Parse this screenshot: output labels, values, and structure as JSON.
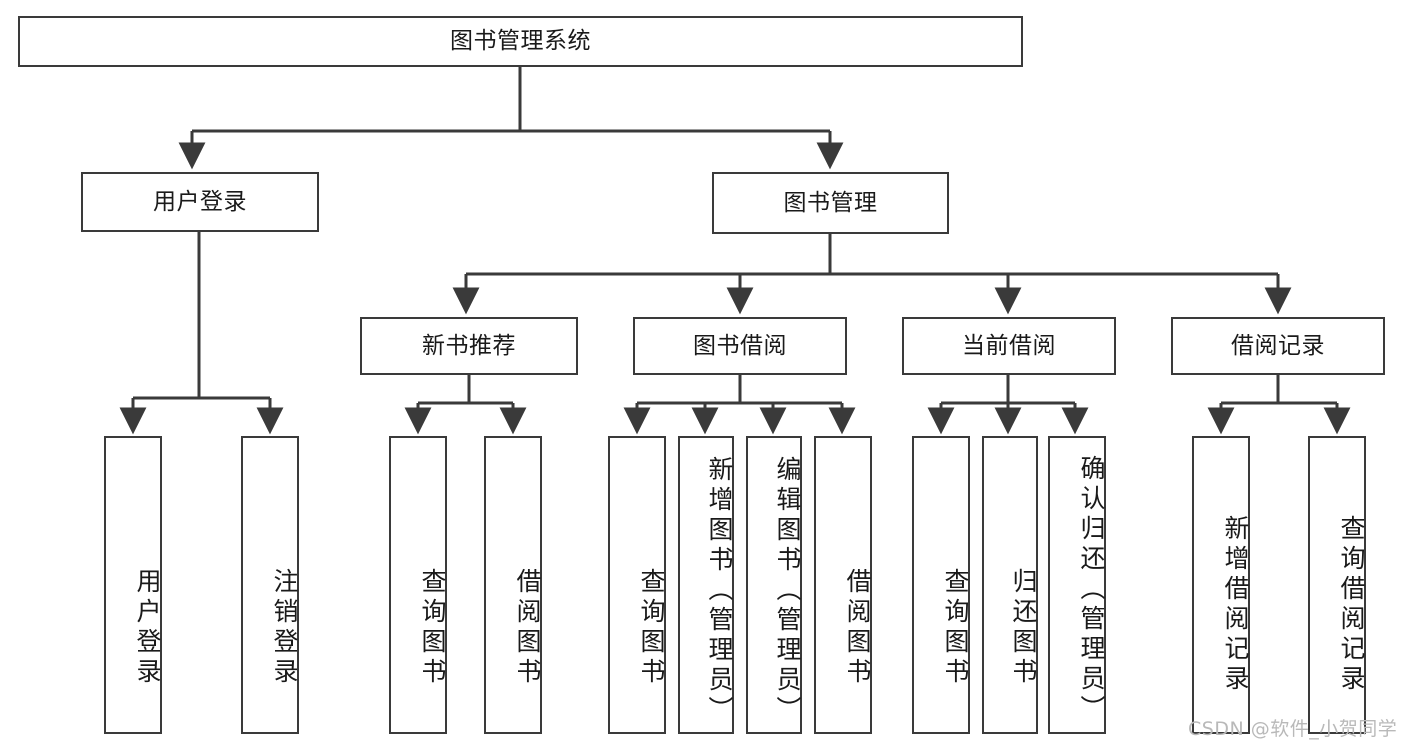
{
  "diagram": {
    "title": "图书管理系统",
    "type": "tree",
    "root": {
      "id": "root",
      "label": "图书管理系统"
    },
    "level1": [
      {
        "id": "user-login",
        "label": "用户登录"
      },
      {
        "id": "book-management",
        "label": "图书管理"
      }
    ],
    "level2": [
      {
        "id": "new-book-recommend",
        "label": "新书推荐",
        "parent": "book-management"
      },
      {
        "id": "book-borrow",
        "label": "图书借阅",
        "parent": "book-management"
      },
      {
        "id": "current-borrow",
        "label": "当前借阅",
        "parent": "book-management"
      },
      {
        "id": "borrow-record",
        "label": "借阅记录",
        "parent": "book-management"
      }
    ],
    "leaves": [
      {
        "id": "leaf-user-login",
        "label": "用户登录",
        "parent": "user-login"
      },
      {
        "id": "leaf-user-logout",
        "label": "注销登录",
        "parent": "user-login"
      },
      {
        "id": "leaf-query-book-1",
        "label": "查询图书",
        "parent": "new-book-recommend"
      },
      {
        "id": "leaf-borrow-book-1",
        "label": "借阅图书",
        "parent": "new-book-recommend"
      },
      {
        "id": "leaf-query-book-2",
        "label": "查询图书",
        "parent": "book-borrow"
      },
      {
        "id": "leaf-add-book",
        "label": "新增图书（管理员）",
        "parent": "book-borrow"
      },
      {
        "id": "leaf-edit-book",
        "label": "编辑图书（管理员）",
        "parent": "book-borrow"
      },
      {
        "id": "leaf-borrow-book-2",
        "label": "借阅图书",
        "parent": "book-borrow"
      },
      {
        "id": "leaf-query-book-3",
        "label": "查询图书",
        "parent": "current-borrow"
      },
      {
        "id": "leaf-return-book",
        "label": "归还图书",
        "parent": "current-borrow"
      },
      {
        "id": "leaf-confirm-return",
        "label": "确认归还（管理员）",
        "parent": "current-borrow"
      },
      {
        "id": "leaf-add-record",
        "label": "新增借阅记录",
        "parent": "borrow-record"
      },
      {
        "id": "leaf-query-record",
        "label": "查询借阅记录",
        "parent": "borrow-record"
      }
    ]
  },
  "colors": {
    "stroke": "#3a3a3a",
    "background": "#ffffff",
    "text": "#1a1a1a",
    "watermark": "#b9b9b9"
  },
  "watermark": {
    "text": "CSDN @软件_小贺同学"
  }
}
